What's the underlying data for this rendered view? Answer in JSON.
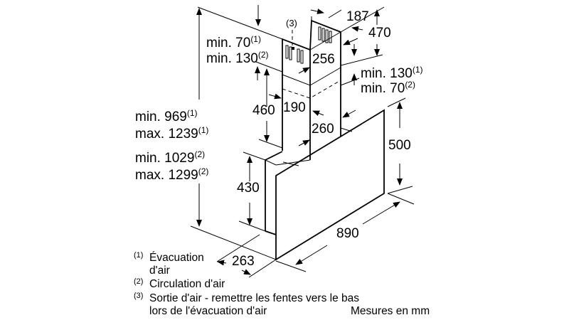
{
  "diagram": {
    "dims": {
      "total_height": {
        "l1": "min. 969",
        "s1": "(1)",
        "l2": "max. 1239",
        "s2": "(1)",
        "l3": "min. 1029",
        "s3": "(2)",
        "l4": "max. 1299",
        "s4": "(2)"
      },
      "top_gap_left": {
        "l1": "min. 70",
        "s1": "(1)",
        "l2": "min. 130",
        "s2": "(2)"
      },
      "top_gap_right": {
        "l1": "min. 130",
        "s1": "(1)",
        "l2": "min. 70",
        "s2": "(2)"
      },
      "outlet_marker": "(3)",
      "d187": "187",
      "d470": "470",
      "d256": "256",
      "d460": "460",
      "d190": "190",
      "d260": "260",
      "d500": "500",
      "d430": "430",
      "d890": "890",
      "d263": "263"
    },
    "legend": {
      "n1": "(1)",
      "t1a": "Évacuation",
      "t1b": "d'air",
      "n2": "(2)",
      "t2": "Circulation d'air",
      "n3": "(3)",
      "t3a": "Sortie d'air - remettre les fentes vers le bas",
      "t3b": "lors de l'évacuation d'air"
    },
    "units_note": "Mesures en mm"
  }
}
